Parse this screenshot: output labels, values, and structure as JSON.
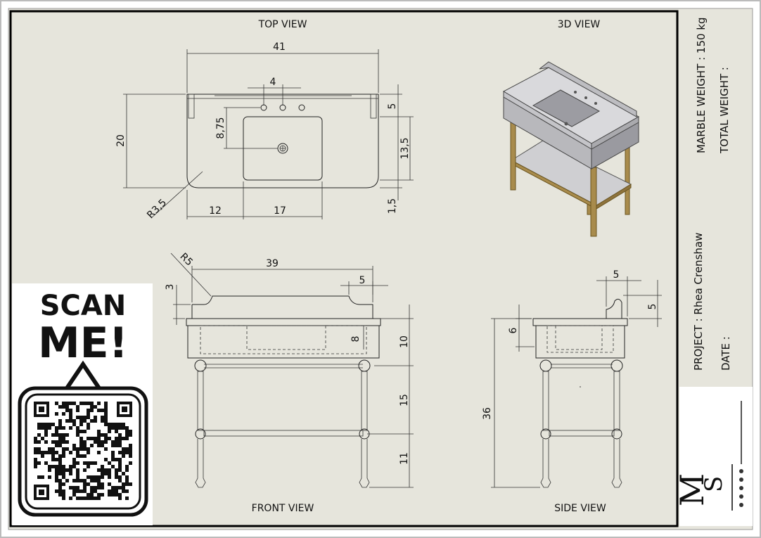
{
  "views": {
    "top": "TOP VIEW",
    "three_d": "3D VIEW",
    "front": "FRONT VIEW",
    "side": "SIDE VIEW"
  },
  "top_dims": {
    "width": "41",
    "holes": "4",
    "depth": "20",
    "basin_offset": "8,75",
    "back": "5",
    "basin_depth": "13,5",
    "front": "1,5",
    "radius": "R3,5",
    "left": "12",
    "basin_width": "17"
  },
  "front_dims": {
    "radius": "R5",
    "top_width": "39",
    "splash_height": "3",
    "splash_depth": "5",
    "apron_inner": "8",
    "apron": "10",
    "mid": "15",
    "leg": "11"
  },
  "side_dims": {
    "splash": "5",
    "splash_height": "5",
    "apron": "6",
    "total_height": "36"
  },
  "title_block": {
    "marble_weight": "MARBLE WEIGHT : 150 kg",
    "total_weight": "TOTAL WEIGHT :",
    "project": "PROJECT : Rhea Crenshaw",
    "date": "DATE :"
  },
  "qr": {
    "line1": "SCAN",
    "line2": "ME!"
  },
  "colors": {
    "paper": "#e6e5dc",
    "frame": "#000000",
    "wood": "#a88b4c"
  }
}
